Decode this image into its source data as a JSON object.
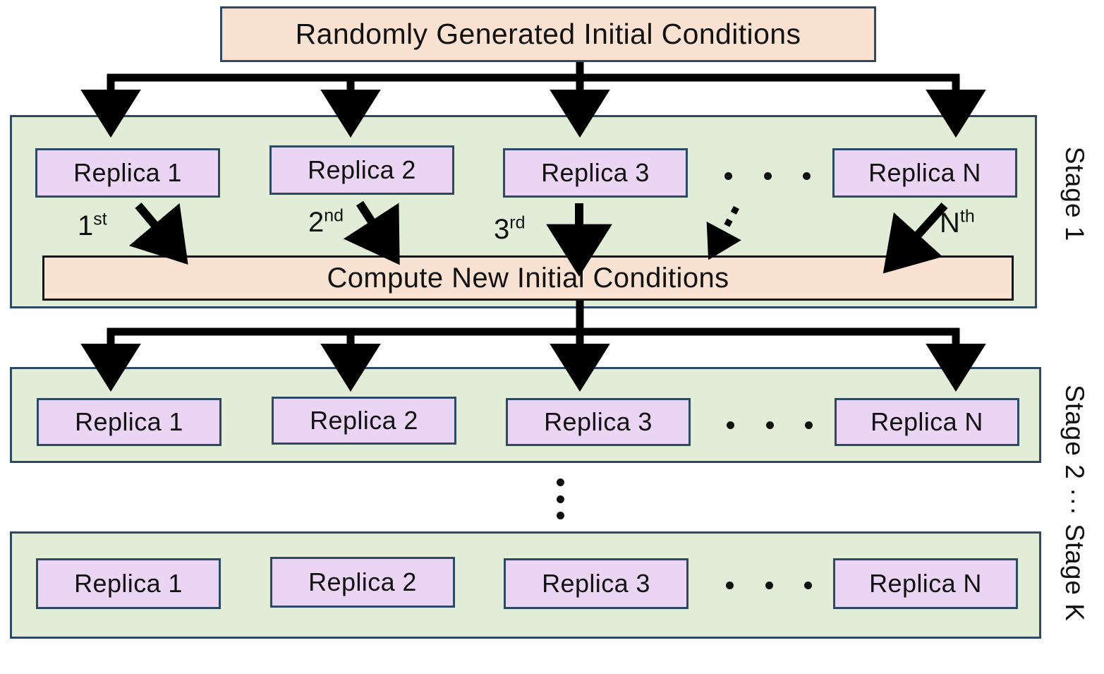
{
  "diagram": {
    "title_box": {
      "label": "Randomly Generated Initial Conditions"
    },
    "compute_box": {
      "label": "Compute New Initial Conditions"
    },
    "stage1": {
      "side_label": "Stage 1",
      "replicas": [
        {
          "label": "Replica 1"
        },
        {
          "label": "Replica 2"
        },
        {
          "label": "Replica 3"
        },
        {
          "label": "Replica N"
        }
      ],
      "ordinals": [
        {
          "number": "1",
          "suffix": "st"
        },
        {
          "number": "2",
          "suffix": "nd"
        },
        {
          "number": "3",
          "suffix": "rd"
        },
        {
          "number": "N",
          "suffix": "th"
        }
      ]
    },
    "stage2": {
      "replicas": [
        {
          "label": "Replica 1"
        },
        {
          "label": "Replica 2"
        },
        {
          "label": "Replica 3"
        },
        {
          "label": "Replica N"
        }
      ]
    },
    "stageK": {
      "replicas": [
        {
          "label": "Replica 1"
        },
        {
          "label": "Replica 2"
        },
        {
          "label": "Replica 3"
        },
        {
          "label": "Replica N"
        }
      ]
    },
    "lower_side_label": "Stage 2 ··· Stage K",
    "colors": {
      "peach_fill": "#fae2d2",
      "purple_fill": "#ebd5f5",
      "green_fill": "#e2edd8",
      "box_border": "#2e4a63",
      "dark_border": "#141414",
      "arrow": "#000000",
      "text": "#111111",
      "background": "#ffffff"
    }
  }
}
